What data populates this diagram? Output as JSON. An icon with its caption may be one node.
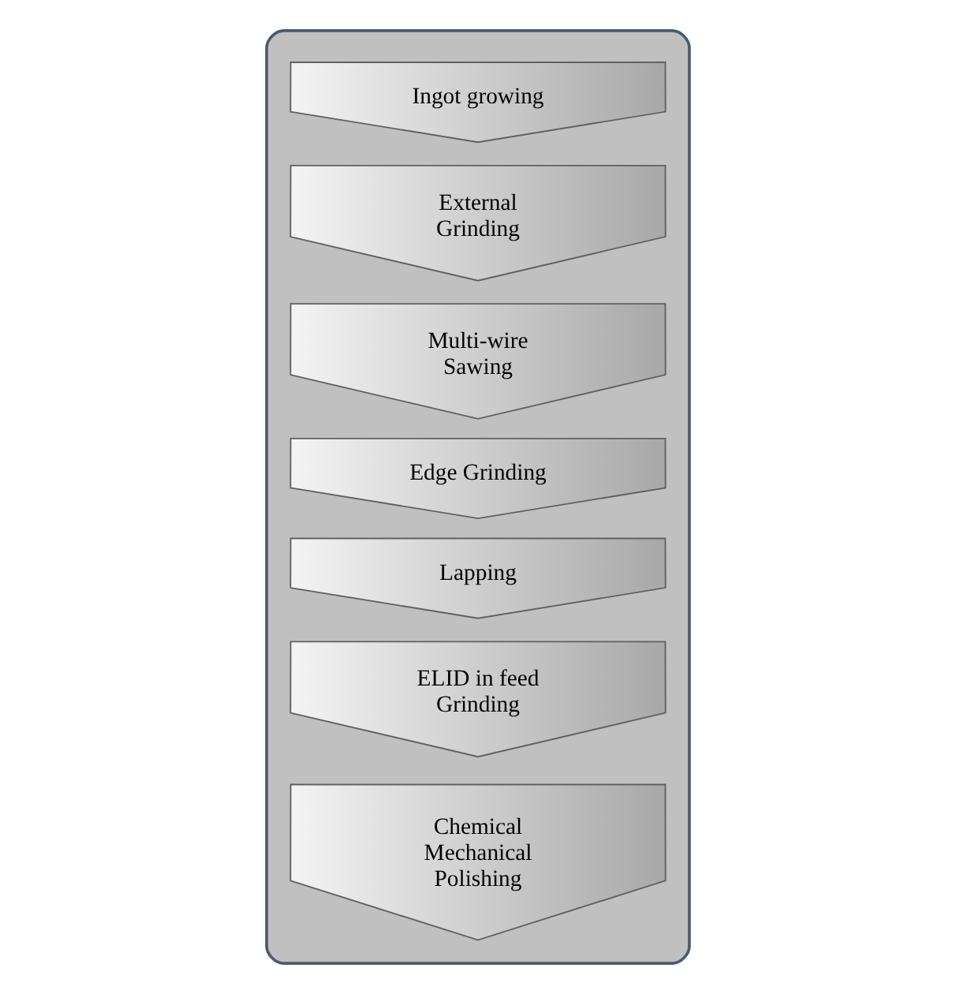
{
  "diagram": {
    "nodes": [
      {
        "text": [],
        "shape": "box"
      },
      {
        "text": [
          "Ingot growing"
        ],
        "in": 0
      },
      {
        "text": [
          "External Grinding"
        ],
        "in": 0
      },
      {
        "text": [
          "Multi-wire Sawing"
        ],
        "in": 0
      },
      {
        "text": [
          "Edge Grinding"
        ],
        "in": 0
      },
      {
        "text": [
          "Lapping"
        ],
        "in": 0
      },
      {
        "text": [
          "ELID in feed Grinding"
        ],
        "in": 0
      },
      {
        "text": [
          "Chemical Mechanical Polishing"
        ],
        "in": 0
      }
    ]
  }
}
